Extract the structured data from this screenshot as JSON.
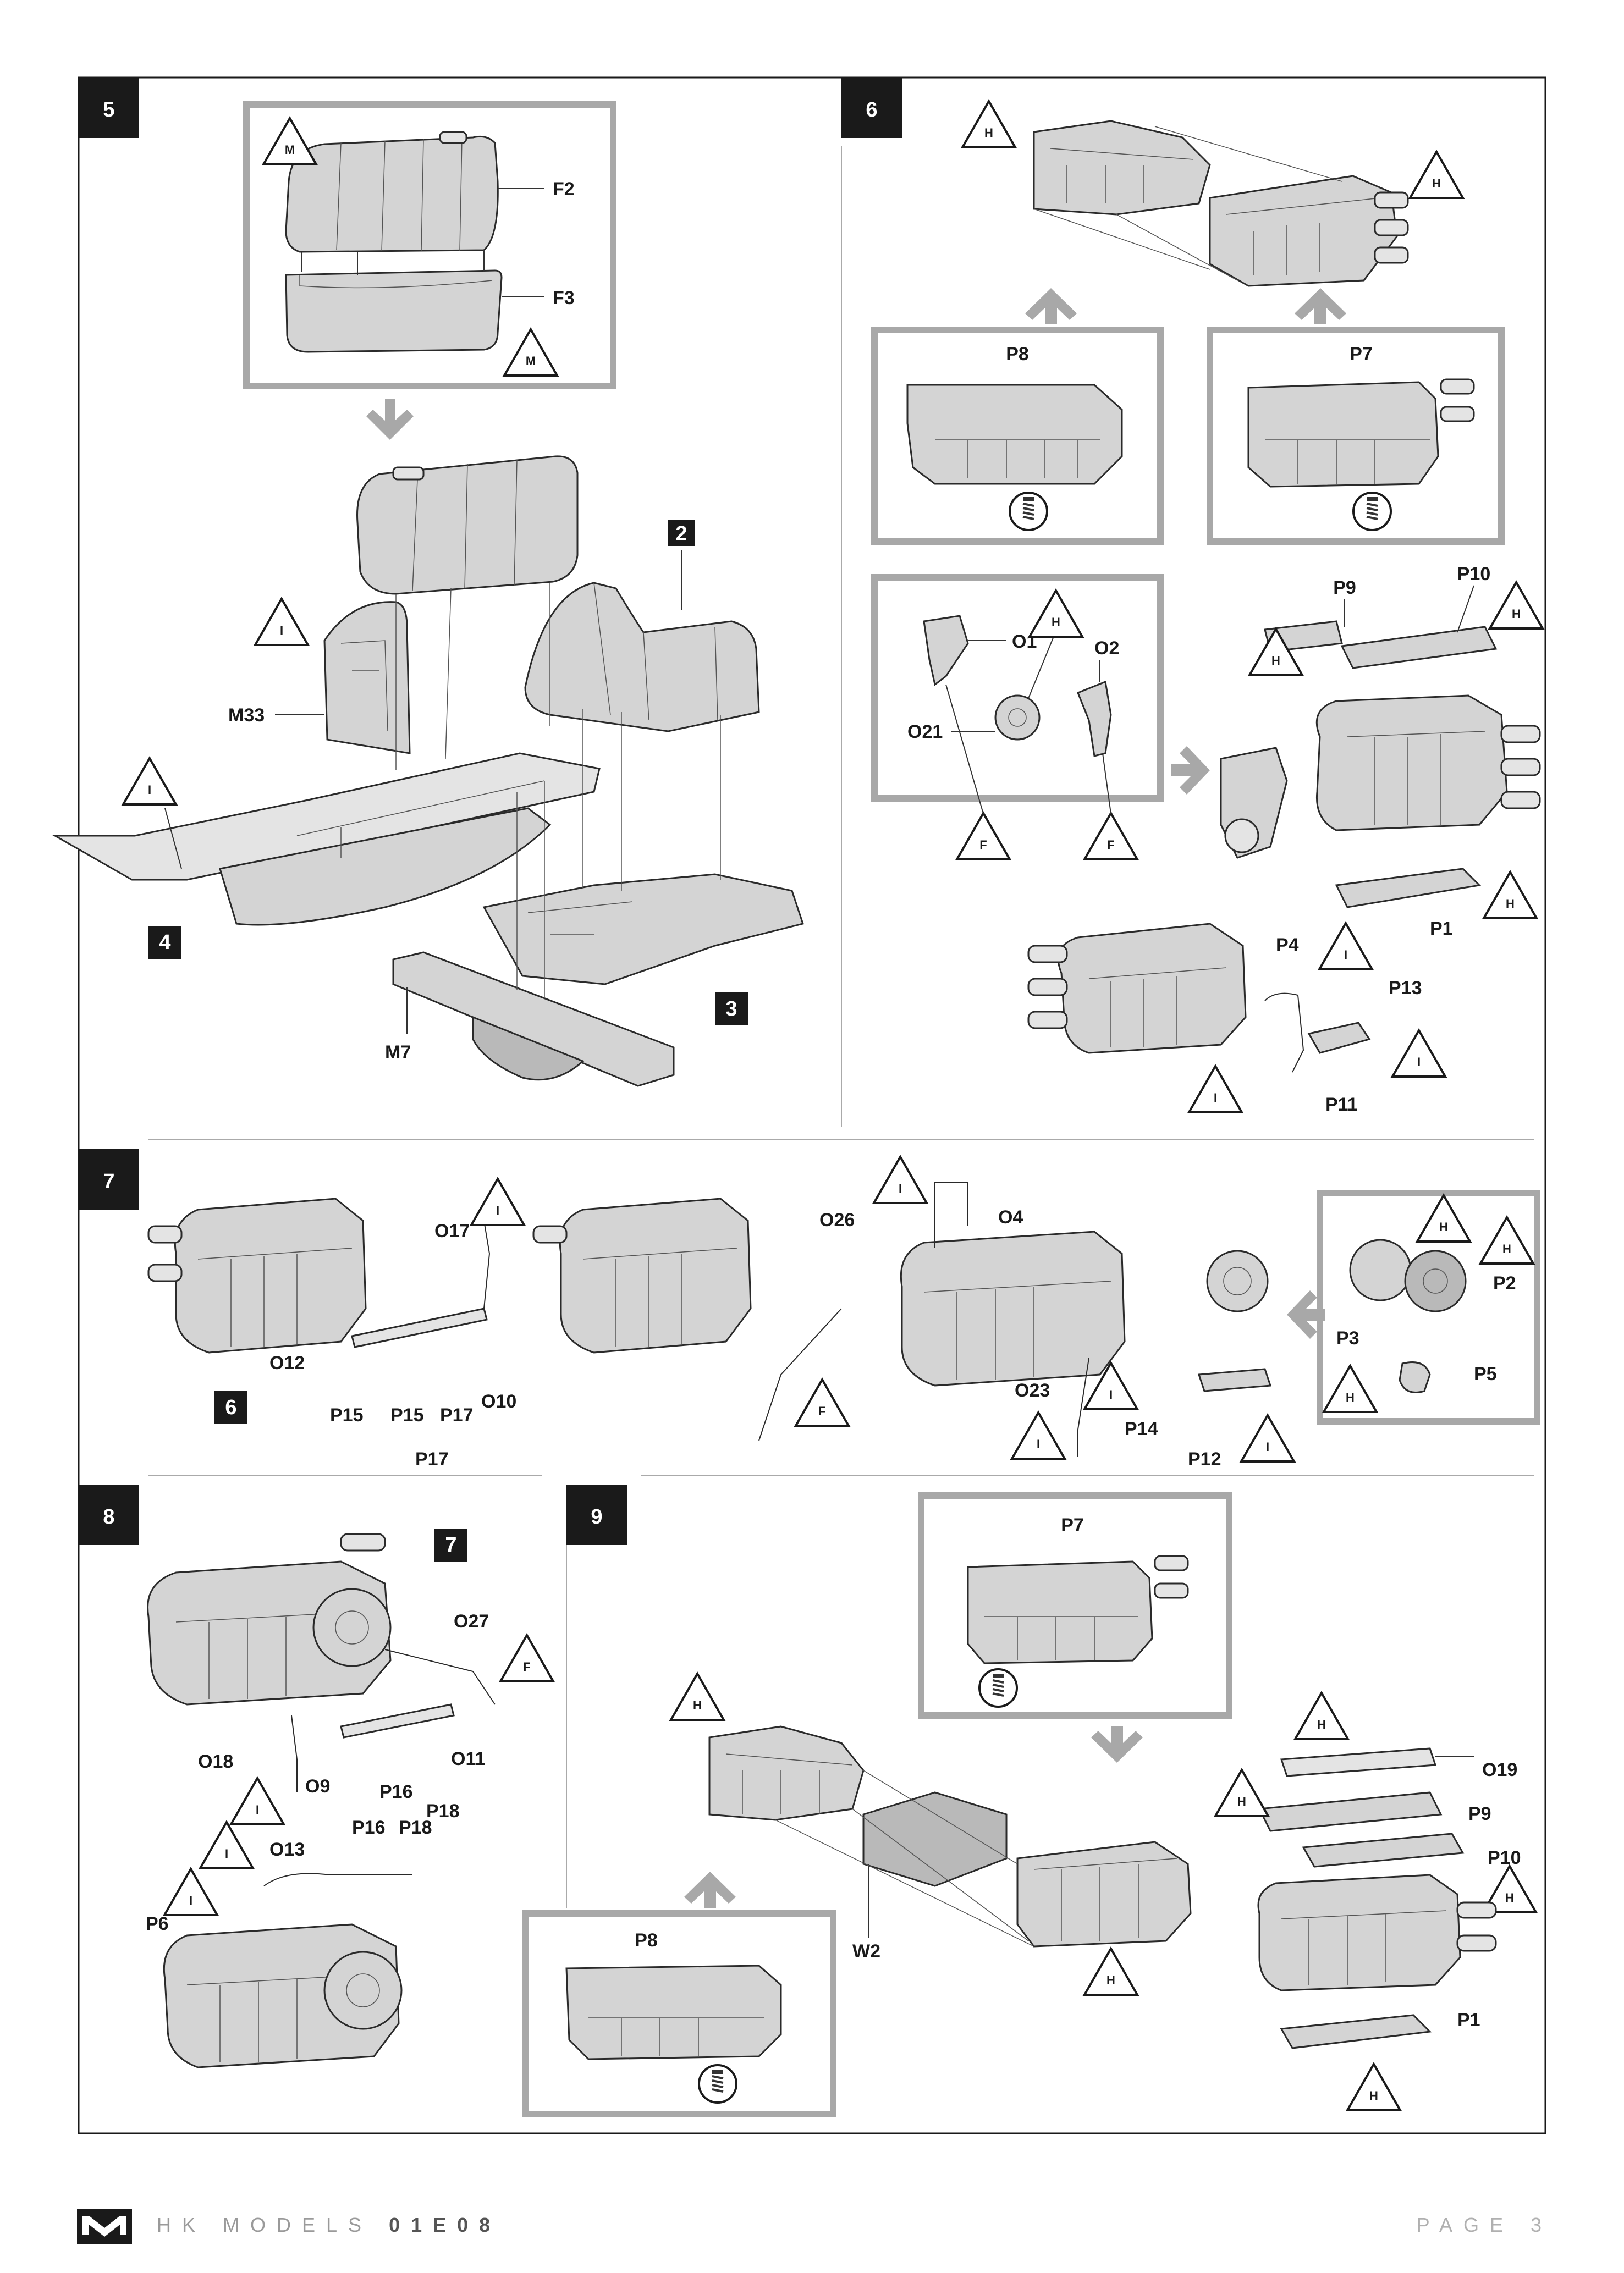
{
  "document": {
    "brand": "HK MODELS",
    "code": "01E08",
    "page_label": "PAGE 3",
    "logo_caption": "HK MODELS"
  },
  "steps": {
    "s5": {
      "number": "5",
      "parts": [
        "F2",
        "F3",
        "M33",
        "M7"
      ],
      "refs": [
        "2",
        "4",
        "3"
      ],
      "glue": [
        "M",
        "M",
        "I",
        "I"
      ]
    },
    "s6": {
      "number": "6",
      "parts": [
        "P8",
        "P7",
        "O1",
        "O2",
        "O21",
        "P9",
        "P10",
        "P1",
        "P4",
        "P13",
        "P11"
      ],
      "glue": [
        "H",
        "H",
        "H",
        "F",
        "F",
        "H",
        "H",
        "H",
        "I",
        "I",
        "I"
      ]
    },
    "s7": {
      "number": "7",
      "parts": [
        "O17",
        "O12",
        "P15",
        "P15",
        "P17",
        "O10",
        "P17",
        "O26",
        "O4",
        "O23",
        "P14",
        "P12",
        "P3",
        "P2",
        "P5"
      ],
      "refs": [
        "6"
      ],
      "glue": [
        "I",
        "F",
        "I",
        "I",
        "I",
        "I",
        "H",
        "H",
        "H"
      ]
    },
    "s8": {
      "number": "8",
      "parts": [
        "O27",
        "O18",
        "O9",
        "O11",
        "P16",
        "P18",
        "P16",
        "P18",
        "O13",
        "P6"
      ],
      "refs": [
        "7"
      ],
      "glue": [
        "F",
        "I",
        "I",
        "I"
      ]
    },
    "s9": {
      "number": "9",
      "parts": [
        "P7",
        "P8",
        "W2",
        "O19",
        "P9",
        "P10",
        "P1"
      ],
      "glue": [
        "H",
        "H",
        "H",
        "H",
        "H",
        "H"
      ]
    }
  }
}
